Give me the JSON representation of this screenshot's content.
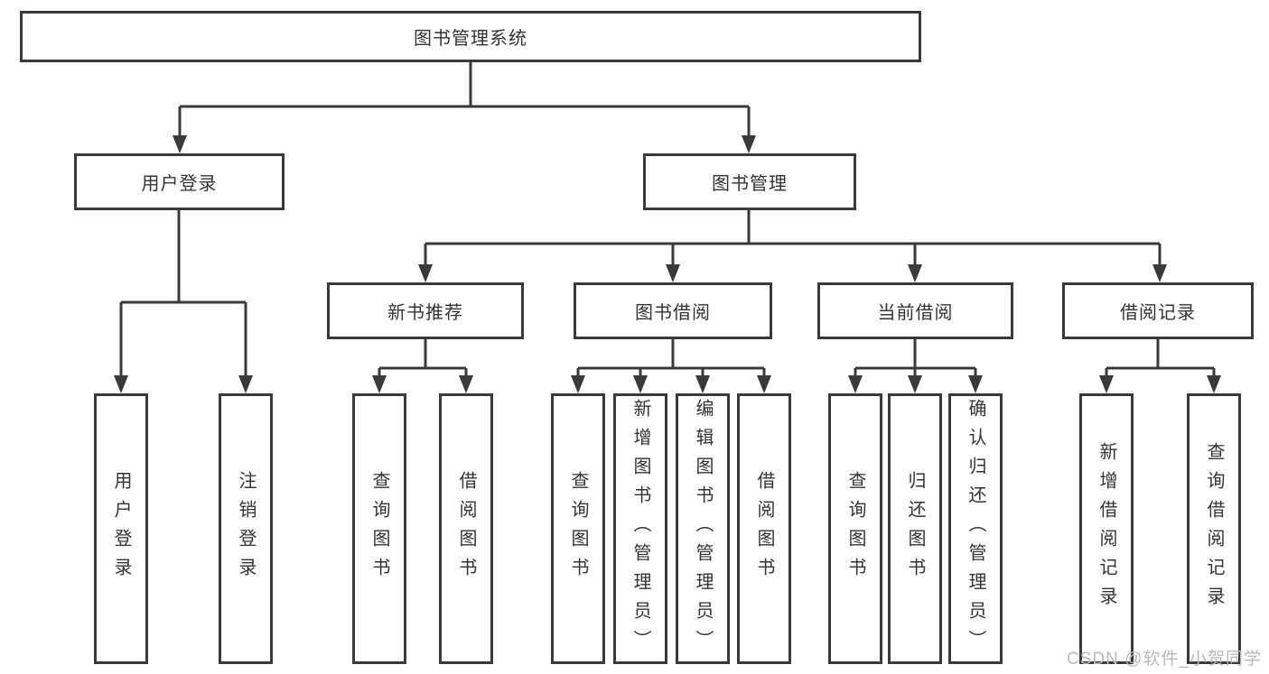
{
  "diagram": {
    "type": "hierarchy-tree",
    "colors": {
      "line": "#3a3a3a",
      "text": "#333333",
      "background": "#ffffff",
      "watermark": "#b8b8b8"
    },
    "tree": {
      "root": {
        "label": "图书管理系统",
        "children": [
          {
            "label": "用户登录",
            "children": [
              {
                "label": "用户登录"
              },
              {
                "label": "注销登录"
              }
            ]
          },
          {
            "label": "图书管理",
            "children": [
              {
                "label": "新书推荐",
                "children": [
                  {
                    "label": "查询图书"
                  },
                  {
                    "label": "借阅图书"
                  }
                ]
              },
              {
                "label": "图书借阅",
                "children": [
                  {
                    "label": "查询图书"
                  },
                  {
                    "label": "新增图书（管理员）"
                  },
                  {
                    "label": "编辑图书（管理员）"
                  },
                  {
                    "label": "借阅图书"
                  }
                ]
              },
              {
                "label": "当前借阅",
                "children": [
                  {
                    "label": "查询图书"
                  },
                  {
                    "label": "归还图书"
                  },
                  {
                    "label": "确认归还（管理员）"
                  }
                ]
              },
              {
                "label": "借阅记录",
                "children": [
                  {
                    "label": "新增借阅记录"
                  },
                  {
                    "label": "查询借阅记录"
                  }
                ]
              }
            ]
          }
        ]
      }
    },
    "watermark": {
      "text": "CSDN @软件_小贺同学"
    }
  }
}
